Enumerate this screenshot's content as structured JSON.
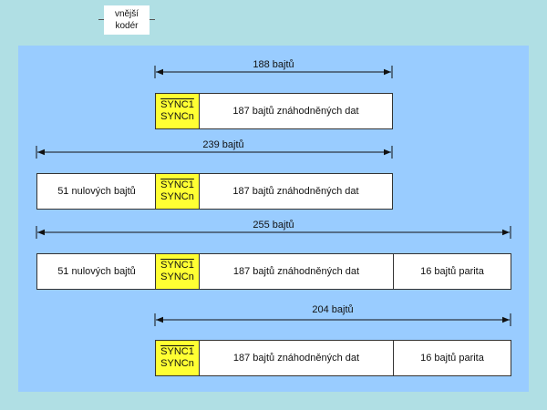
{
  "tag": {
    "line1": "vnější",
    "line2": "kodér"
  },
  "dimensions": {
    "d188": "188 bajtů",
    "d239": "239 bajtů",
    "d255": "255 bajtů",
    "d204": "204 bajtů"
  },
  "cells": {
    "sync1": "SYNC1",
    "syncn": "SYNCn",
    "data": "187 bajtů znáhodněných dat",
    "zeros": "51 nulových bajtů",
    "parity": "16 bajtů parita"
  },
  "colors": {
    "background": "#b0dfe4",
    "panel": "#99ccff",
    "sync": "#ffff33",
    "frame": "#ffffff"
  }
}
